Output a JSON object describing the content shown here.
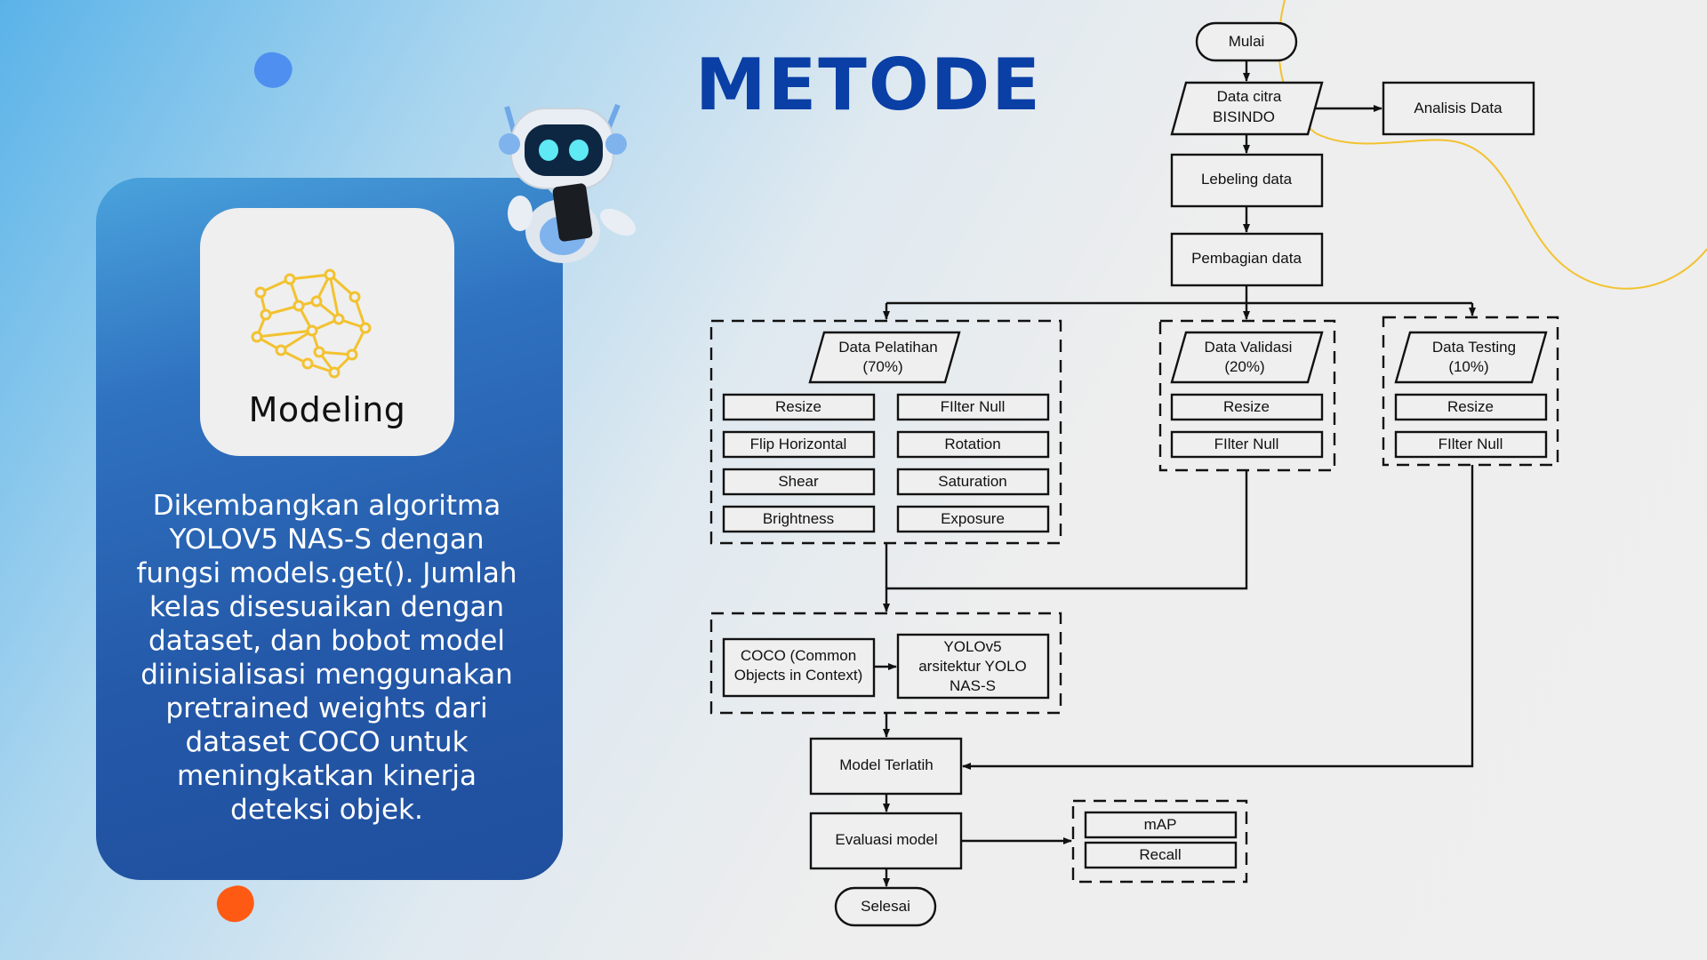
{
  "title": "METODE",
  "card": {
    "tile_title": "Modeling",
    "icon": "brain-network-icon",
    "description": "Dikembangkan algoritma YOLOV5 NAS-S dengan fungsi models.get(). Jumlah kelas disesuaikan dengan dataset, dan bobot model diinisialisasi menggunakan pretrained weights dari dataset COCO untuk meningkatkan kinerja deteksi objek."
  },
  "mascot": "robot-holding-tablet",
  "colors": {
    "title": "#0a3fa6",
    "card_gradient_top": "#4aa3dc",
    "card_gradient_bottom": "#1f4f9e",
    "accent_yellow": "#f2c230",
    "blob_blue": "#4f8ff0",
    "blob_orange": "#ff5a14"
  },
  "flow": {
    "start": "Mulai",
    "input": [
      "Data citra",
      "BISINDO"
    ],
    "analysis": "Analisis Data",
    "labeling": "Lebeling data",
    "split": "Pembagian data",
    "train": {
      "label": [
        "Data Pelatihan",
        "(70%)"
      ],
      "steps": [
        "Resize",
        "FIlter Null",
        "Flip Horizontal",
        "Rotation",
        "Shear",
        "Saturation",
        "Brightness",
        "Exposure"
      ]
    },
    "validation": {
      "label": [
        "Data Validasi",
        "(20%)"
      ],
      "steps": [
        "Resize",
        "FIlter Null"
      ]
    },
    "testing": {
      "label": [
        "Data Testing",
        "(10%)"
      ],
      "steps": [
        "Resize",
        "FIlter Null"
      ]
    },
    "pretrained": [
      "COCO (Common",
      "Objects in Context)"
    ],
    "architecture": [
      "YOLOv5",
      "arsitektur YOLO",
      "NAS-S"
    ],
    "trained_model": "Model Terlatih",
    "evaluation": "Evaluasi model",
    "metrics": [
      "mAP",
      "Recall"
    ],
    "end": "Selesai"
  }
}
